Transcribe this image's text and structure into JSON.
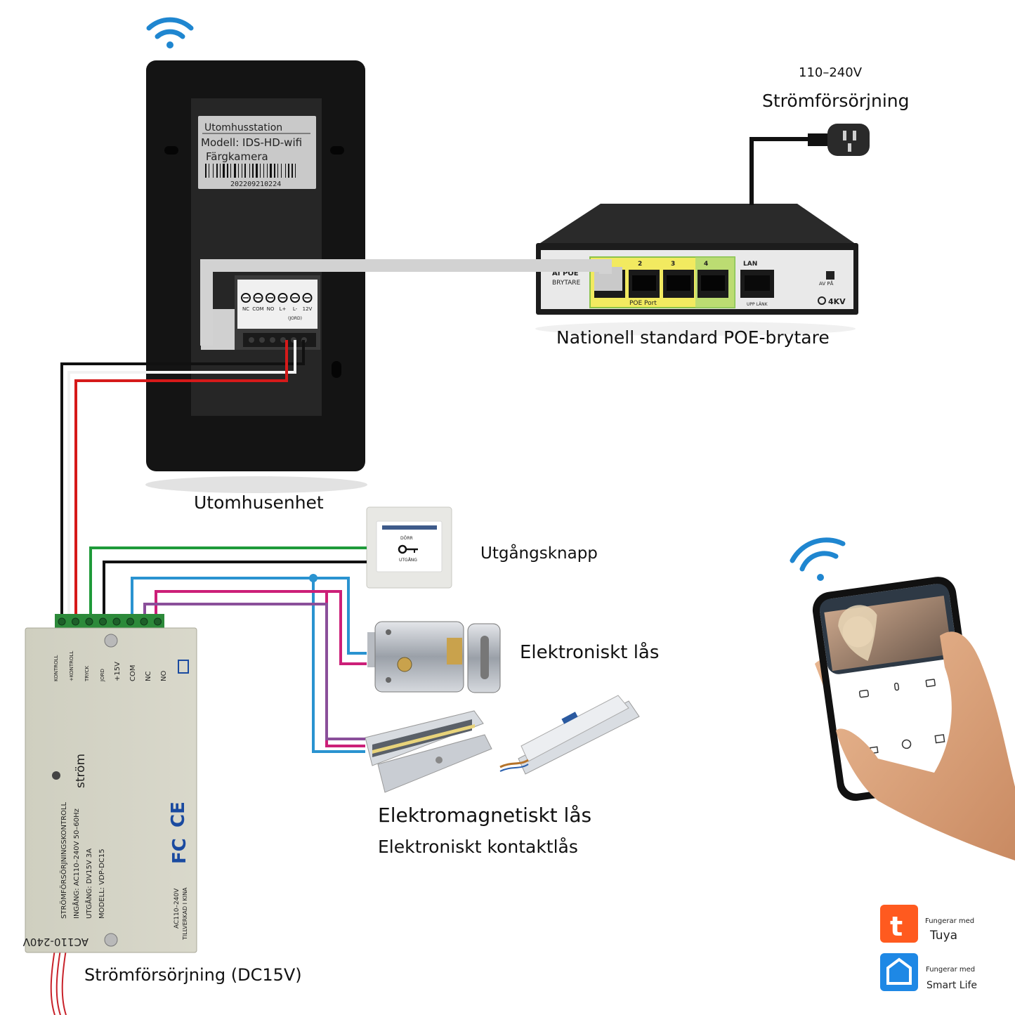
{
  "colors": {
    "wifi": "#1f86d0",
    "wire_black": "#111111",
    "wire_red": "#d61a1a",
    "wire_green": "#1f9a3a",
    "wire_blue": "#2a93d0",
    "wire_magenta": "#cc1f78",
    "wire_purple": "#8a4f9a",
    "tuya": "#ff5a1f",
    "smartlife": "#1e88e5"
  },
  "labels": {
    "outdoor_unit": "Utomhusenhet",
    "mains_voltage": "110–240V",
    "mains_supply": "Strömförsörjning",
    "poe_switch": "Nationell standard POE-brytare",
    "exit_button": "Utgångsknapp",
    "electronic_lock": "Elektroniskt lås",
    "em_lock": "Elektromagnetiskt lås",
    "contact_lock": "Elektroniskt kontaktlås",
    "psu": "Strömförsörjning (DC15V)"
  },
  "outdoor_station": {
    "sticker_title": "Utomhusstation",
    "model": "Modell: IDS-HD-wifi",
    "camera": "Färgkamera",
    "serial": "202209210224",
    "terminals": [
      "NC",
      "COM",
      "NO",
      "L+",
      "L-",
      "12V"
    ],
    "terminal_note": "(JORD)"
  },
  "poe_device": {
    "brand_fragment": "AI POE",
    "name": "BRYTARE",
    "port_numbers": [
      "2",
      "3",
      "4"
    ],
    "poe_port_label": "POE Port",
    "lan_label": "LAN",
    "uplink_label": "UPP LÄNK",
    "mode_label": "AV PÅ",
    "kv_label": "4KV"
  },
  "exit_button_device": {
    "top": "DÖRR",
    "bottom": "UTGÅNG"
  },
  "psu_device": {
    "terminals": [
      "KONTROLL",
      "+KONTROLL",
      "TRYCK",
      "JORD",
      "+15V",
      "COM",
      "NC",
      "NO"
    ],
    "brand": "ström",
    "spec_lines": [
      "STRÖMFÖRSÖRJNINGSKONTROLL",
      "INGÅNG: AC110–240V 50–60Hz",
      "UTGÅNG: DV15V 3A",
      "MODELL: VDP-DC15"
    ],
    "ac_text": "AC110–240V",
    "made_in": "TILLVERKAD I KINA",
    "bottom_edge": "AC110-240V",
    "ce": "CE",
    "fc": "FC"
  },
  "badges": {
    "tuya_caption": "Fungerar med",
    "tuya_name": "Tuya",
    "smartlife_caption": "Fungerar med",
    "smartlife_name": "Smart Life"
  }
}
